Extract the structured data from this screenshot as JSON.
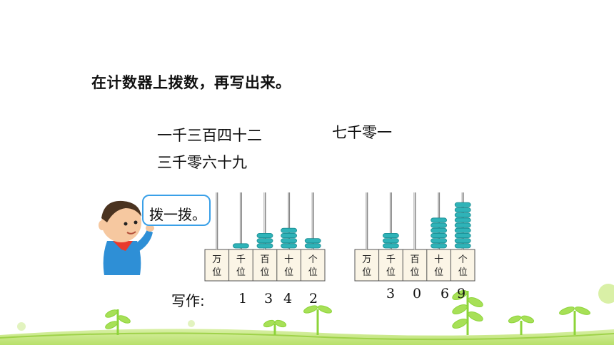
{
  "instruction": "在计数器上拨数，再写出来。",
  "numbers": {
    "n1": "一千三百四十二",
    "n2": "三千零六十九",
    "n3": "七千零一"
  },
  "bubble": "拨一拨。",
  "write_label": "写作:",
  "abacus1": {
    "labels": [
      [
        "万",
        "位"
      ],
      [
        "千",
        "位"
      ],
      [
        "百",
        "位"
      ],
      [
        "十",
        "位"
      ],
      [
        "个",
        "位"
      ]
    ],
    "beads": [
      0,
      1,
      3,
      4,
      2
    ],
    "written": [
      "1",
      "3",
      "4",
      "2"
    ]
  },
  "abacus2": {
    "labels": [
      [
        "万",
        "位"
      ],
      [
        "千",
        "位"
      ],
      [
        "百",
        "位"
      ],
      [
        "十",
        "位"
      ],
      [
        "个",
        "位"
      ]
    ],
    "beads": [
      0,
      3,
      0,
      6,
      9
    ],
    "written": [
      "3",
      "0",
      "6",
      "9"
    ]
  },
  "colors": {
    "bead": "#2fb3b8",
    "bead_dark": "#178a90",
    "label_box": "#fbf5e6",
    "bubble_border": "#3aa0e8",
    "sprout": "#8dd43a"
  }
}
